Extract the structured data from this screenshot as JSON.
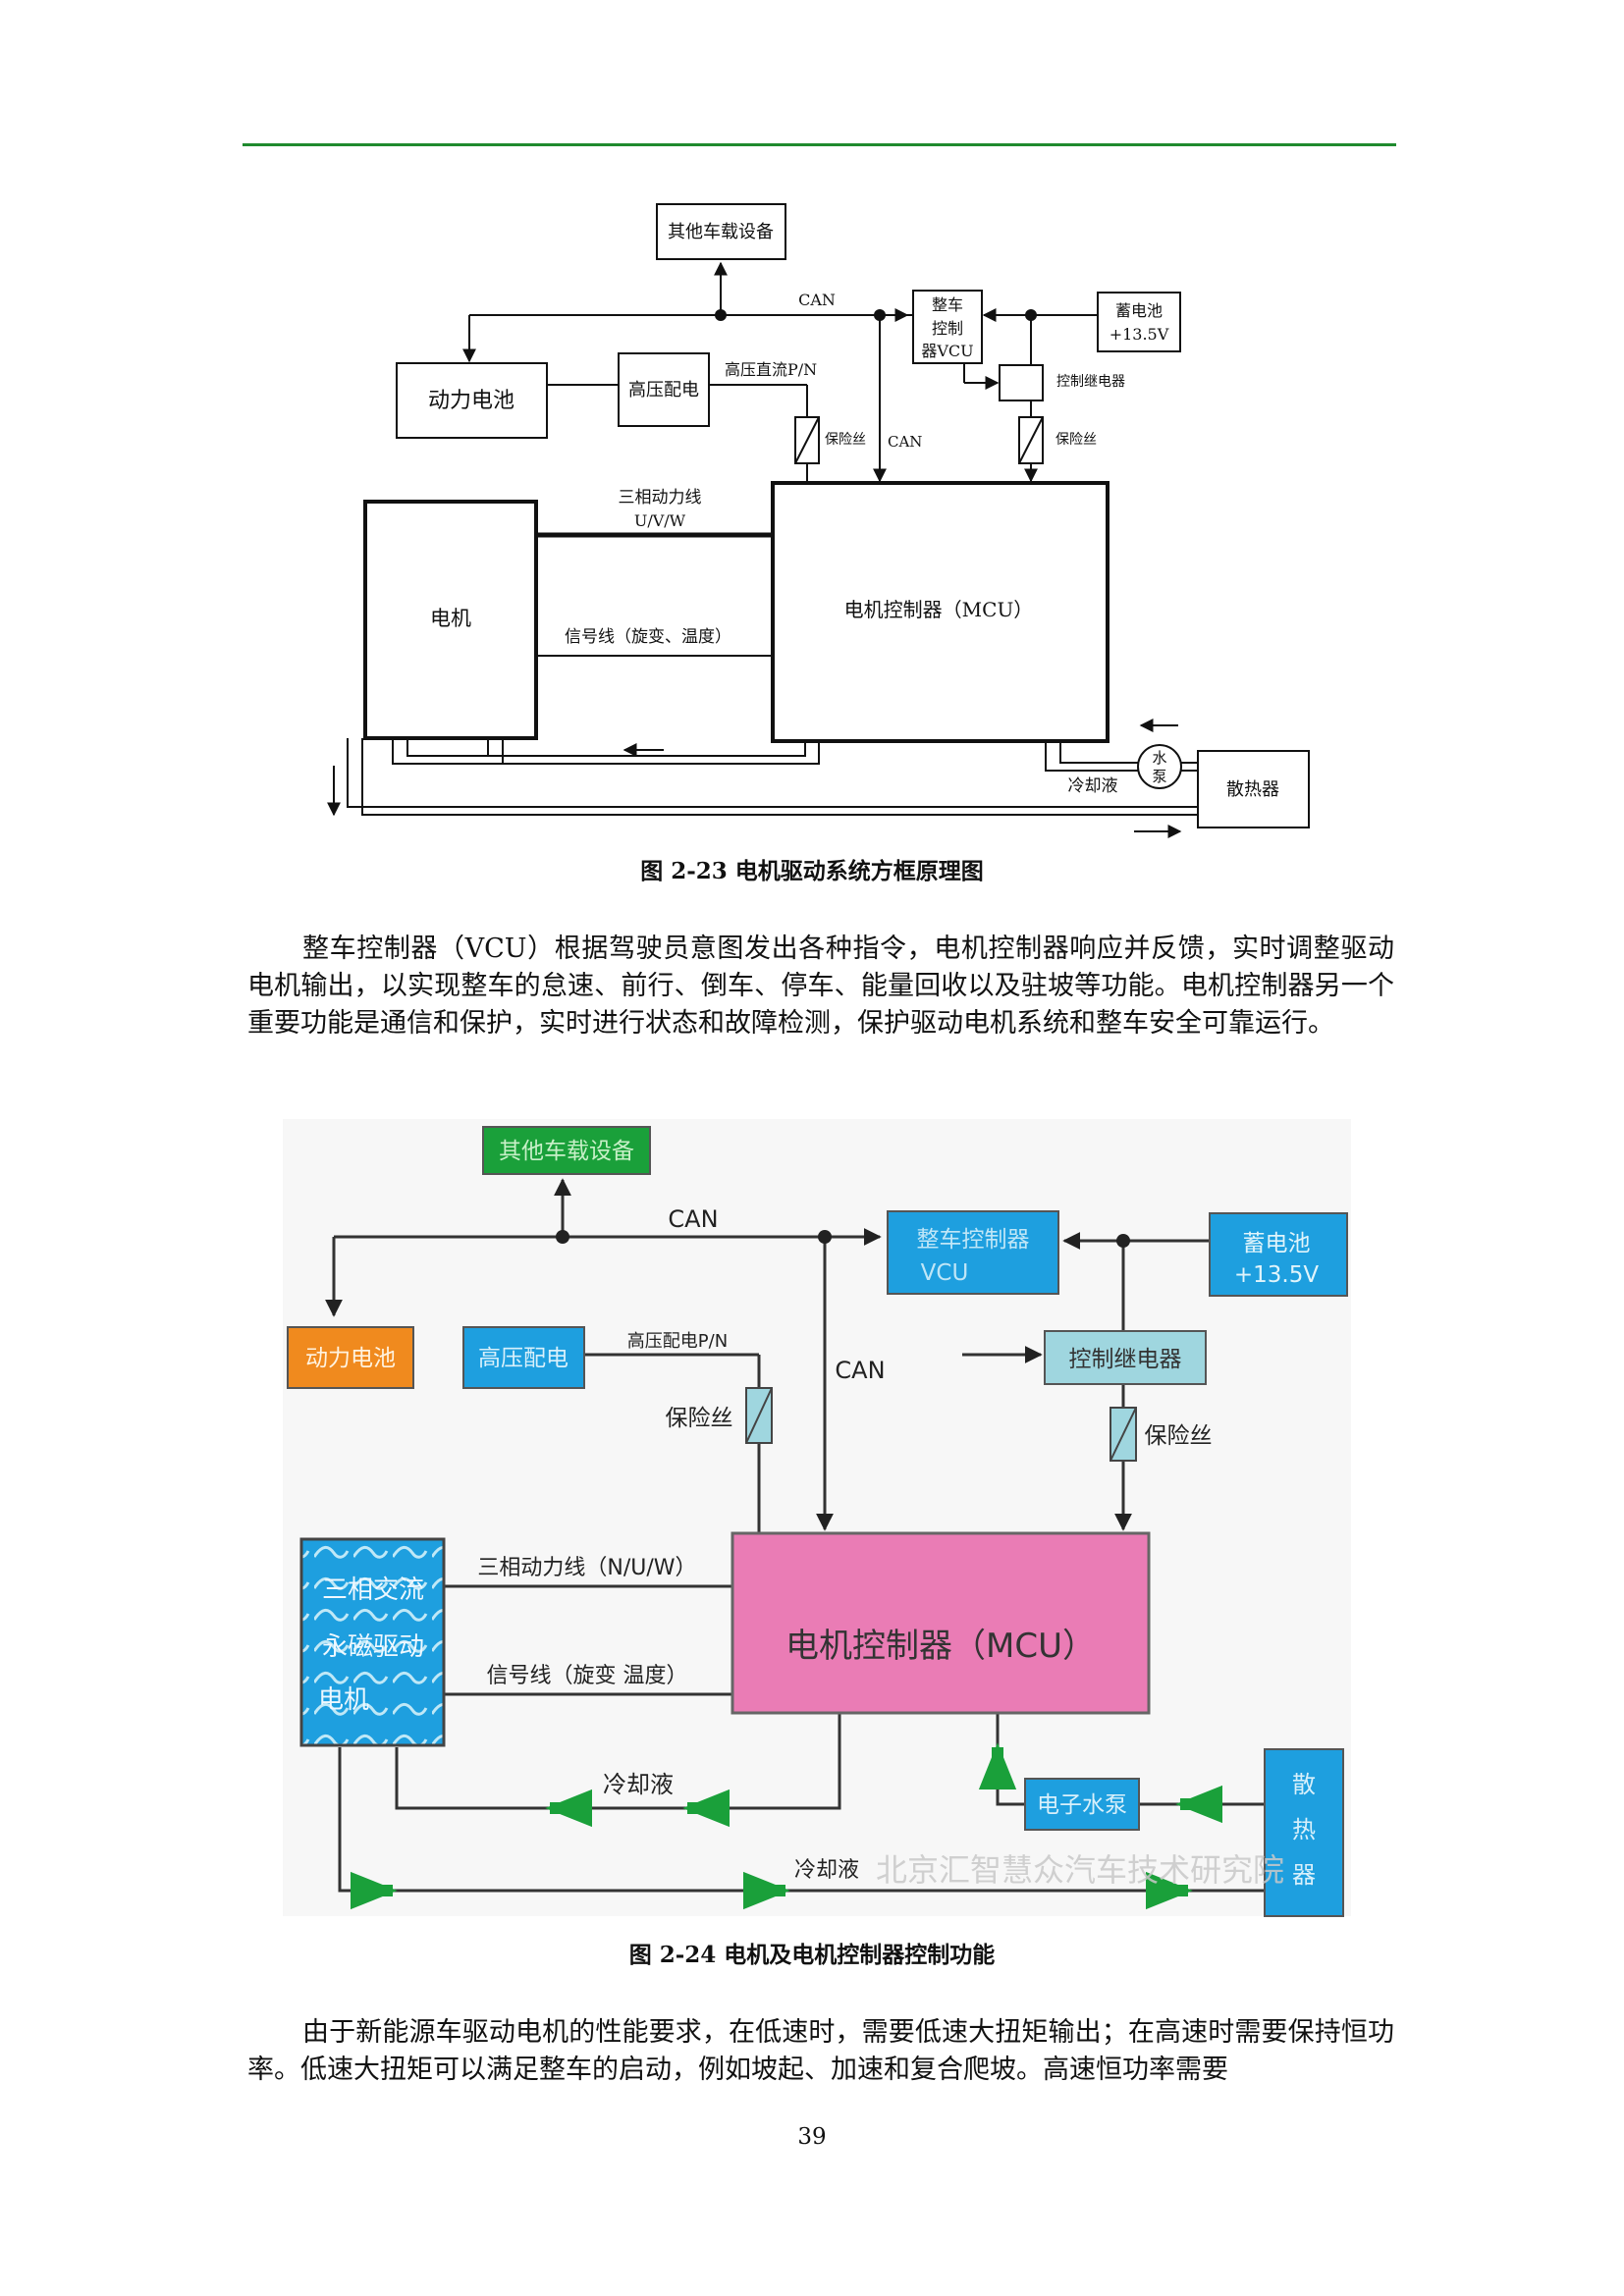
{
  "figure1": {
    "caption": "图 2-23  电机驱动系统方框原理图",
    "labels": {
      "other_devices": "其他车载设备",
      "can_top": "CAN",
      "vcu_line1": "整车",
      "vcu_line2": "控制",
      "vcu_line3": "器VCU",
      "battery12_line1": "蓄电池",
      "battery12_line2": "+13.5V",
      "power_battery": "动力电池",
      "hv_distribution": "高压配电",
      "hv_dc": "高压直流P/N",
      "relay": "控制继电器",
      "fuse_left": "保险丝",
      "can_mid": "CAN",
      "fuse_right": "保险丝",
      "three_phase_line1": "三相动力线",
      "three_phase_line2": "U/V/W",
      "motor": "电机",
      "mcu": "电机控制器（MCU）",
      "signal_line": "信号线（旋变、温度）",
      "pump_line1": "水",
      "pump_line2": "泵",
      "coolant": "冷却液",
      "radiator": "散热器"
    }
  },
  "paragraph1": "整车控制器（VCU）根据驾驶员意图发出各种指令，电机控制器响应并反馈，实时调整驱动电机输出，以实现整车的怠速、前行、倒车、停车、能量回收以及驻坡等功能。电机控制器另一个重要功能是通信和保护，实时进行状态和故障检测，保护驱动电机系统和整车安全可靠运行。",
  "figure2": {
    "caption": "图  2-24    电机及电机控制器控制功能",
    "labels": {
      "other_devices": "其他车载设备",
      "can_top": "CAN",
      "vcu_line1": "整车控制器",
      "vcu_line2": "VCU",
      "battery12_line1": "蓄电池",
      "battery12_line2": "+13.5V",
      "power_battery": "动力电池",
      "hv_distribution": "高压配电",
      "hv_pn": "高压配电P/N",
      "can_mid": "CAN",
      "relay": "控制继电器",
      "fuse_left": "保险丝",
      "fuse_right": "保险丝",
      "motor_line1": "三相交流",
      "motor_line2": "永磁驱动",
      "motor_line3": "电机",
      "three_phase": "三相动力线（N/U/W）",
      "signal_line": "信号线（旋变  温度）",
      "mcu": "电机控制器（MCU）",
      "coolant": "冷却液",
      "coolant_bottom": "冷却液",
      "pump": "电子水泵",
      "radiator_line1": "散",
      "radiator_line2": "热",
      "radiator_line3": "器",
      "watermark": "北京汇智慧众汽车技术研究院"
    },
    "colors": {
      "other_devices": "#1aa03a",
      "blue_box": "#1e9fdf",
      "power_battery": "#f08a1e",
      "relay": "#9fd6df",
      "mcu": "#ea7cb5",
      "motor": "#1e9fdf",
      "arrow": "#1aa03a"
    }
  },
  "paragraph2": "由于新能源车驱动电机的性能要求，在低速时，需要低速大扭矩输出；在高速时需要保持恒功率。低速大扭矩可以满足整车的启动，例如坡起、加速和复合爬坡。高速恒功率需要",
  "page_number": "39"
}
